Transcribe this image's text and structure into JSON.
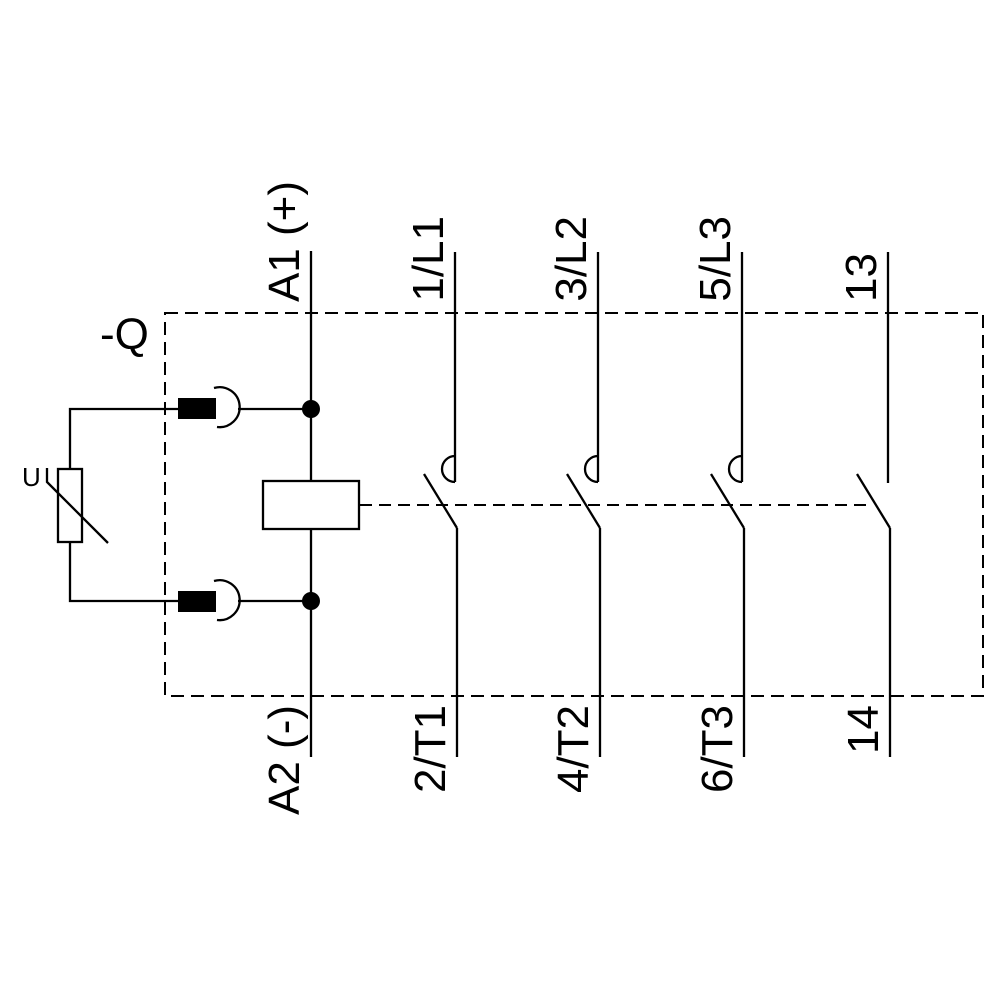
{
  "colors": {
    "background": "#ffffff",
    "stroke": "#000000",
    "text": "#000000"
  },
  "labels": {
    "device_designation": "-Q",
    "surge_suppressor": "U"
  },
  "terminals": {
    "top": [
      {
        "id": "a1",
        "label": "A1 (+)"
      },
      {
        "id": "1l1",
        "label": "1/L1"
      },
      {
        "id": "3l2",
        "label": "3/L2"
      },
      {
        "id": "5l3",
        "label": "5/L3"
      },
      {
        "id": "13",
        "label": "13"
      }
    ],
    "bottom": [
      {
        "id": "a2",
        "label": "A2 (-)"
      },
      {
        "id": "2t1",
        "label": "2/T1"
      },
      {
        "id": "4t2",
        "label": "4/T2"
      },
      {
        "id": "6t3",
        "label": "6/T3"
      },
      {
        "id": "14",
        "label": "14"
      }
    ]
  }
}
